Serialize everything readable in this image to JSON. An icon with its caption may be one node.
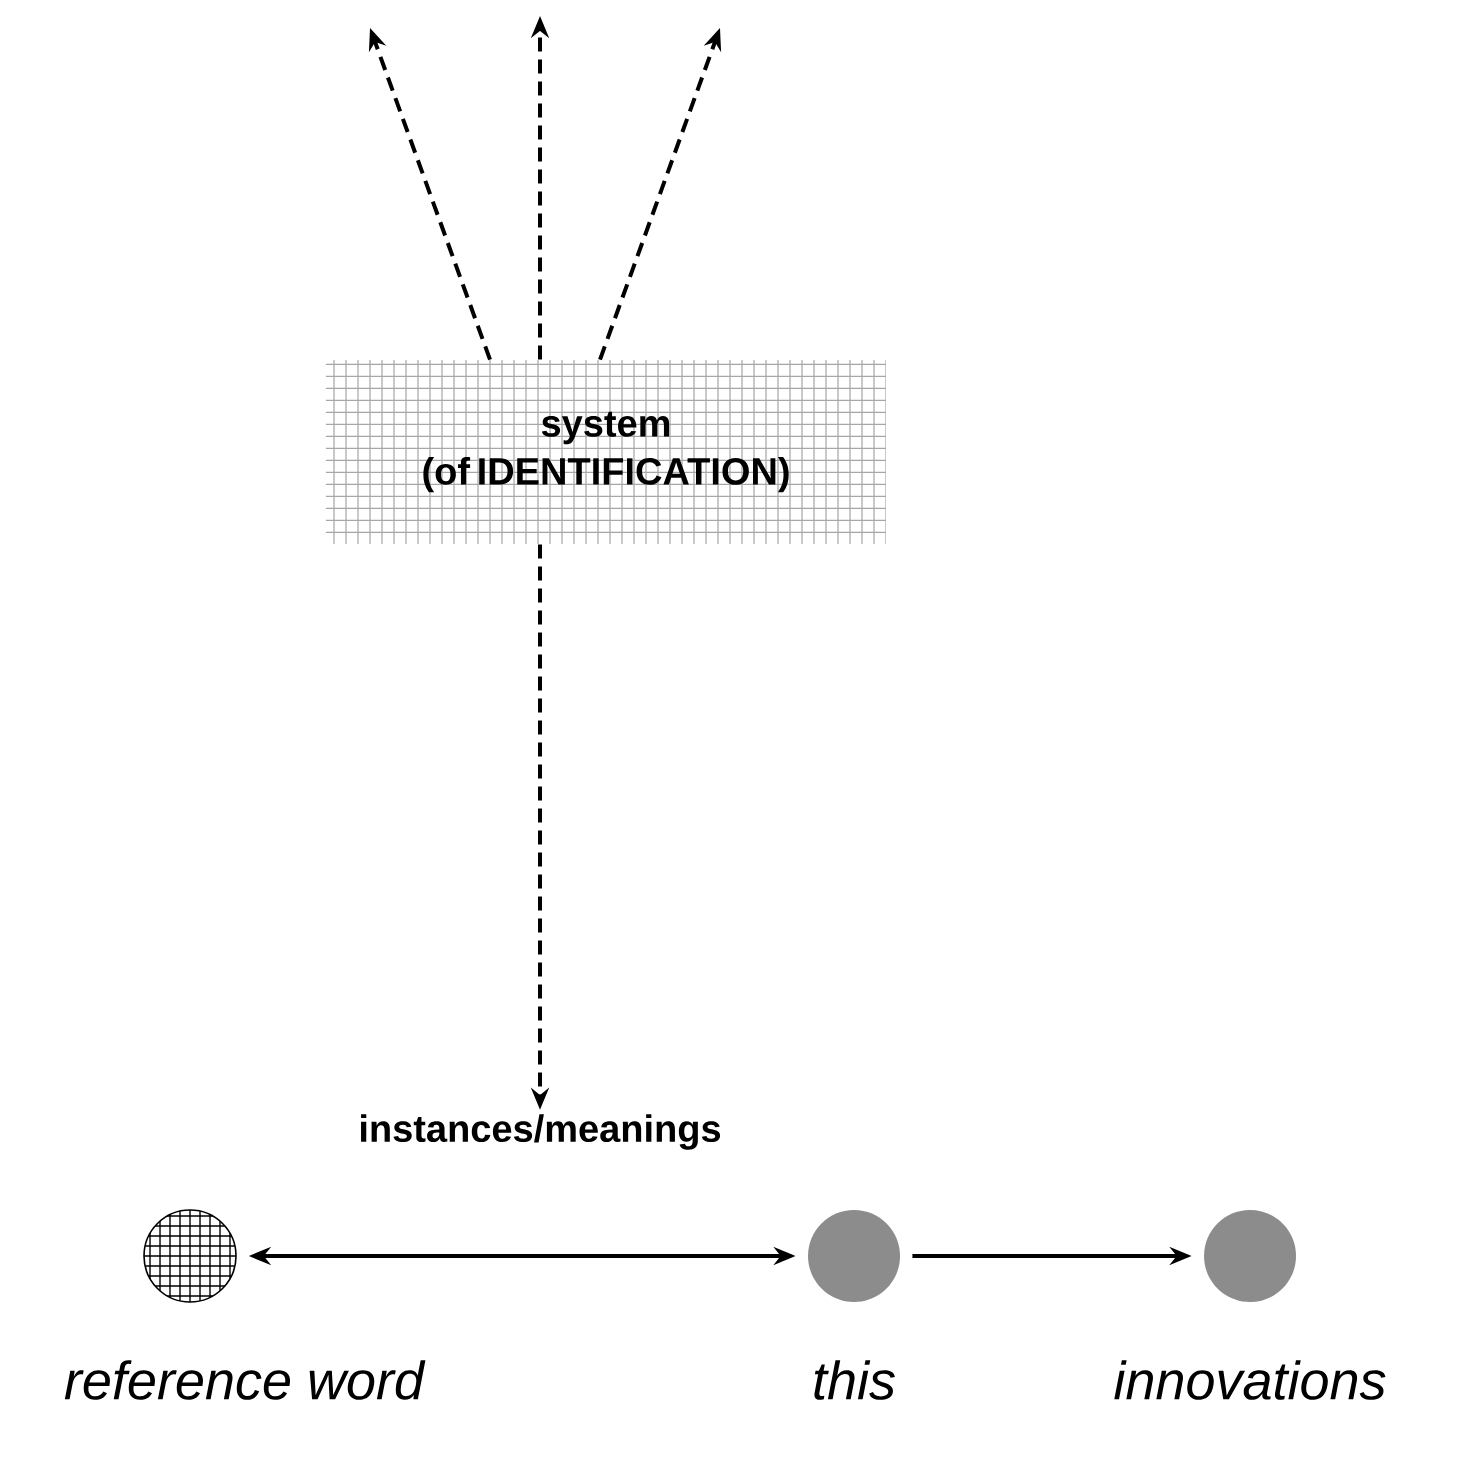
{
  "diagram": {
    "nodes": [
      {
        "text": [
          "system (of IDENTIFICATION)"
        ]
      },
      {
        "text": [],
        "shape": "circle",
        "beside": [
          "reference word"
        ]
      },
      {
        "text": [],
        "shape": "circle",
        "beside": [
          "this"
        ]
      },
      {
        "text": [],
        "shape": "circle",
        "beside": [
          "innovations"
        ]
      },
      {
        "text": [
          "instances/meanings"
        ]
      }
    ],
    "edges": [
      {
        "from": 0,
        "to": null,
        "arrow": "to",
        "style": "dashed"
      },
      {
        "from": 0,
        "to": null,
        "arrow": "to",
        "style": "dashed"
      },
      {
        "from": 0,
        "to": null,
        "arrow": "to",
        "style": "dashed"
      },
      {
        "from": 0,
        "to": 4,
        "arrow": "to",
        "style": "dashed"
      },
      {
        "from": 1,
        "to": 2,
        "arrow": "both"
      },
      {
        "from": 2,
        "to": 3,
        "arrow": "to"
      }
    ]
  }
}
